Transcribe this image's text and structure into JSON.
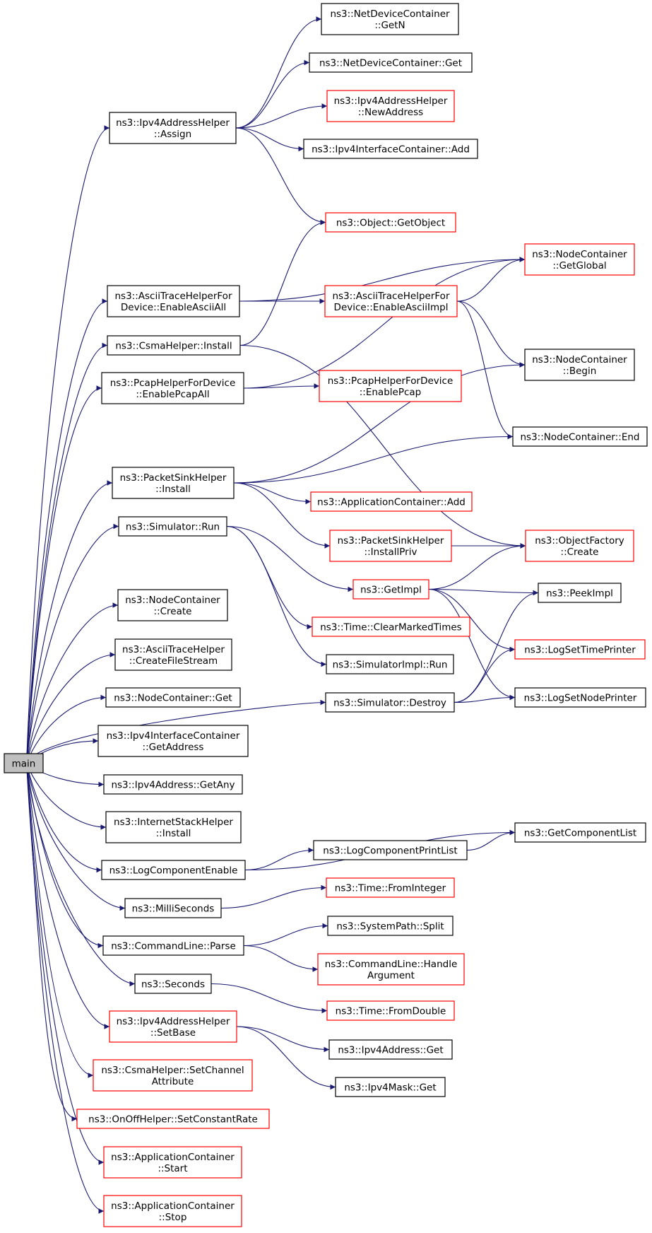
{
  "graph": {
    "colors": {
      "edge": "#191970",
      "border_normal": "#000000",
      "border_truncated": "#ff0000",
      "root_fill": "#bfbfbf",
      "node_fill": "#ffffff"
    },
    "nodes": [
      {
        "id": "main",
        "lines": [
          "main"
        ],
        "style": "root"
      },
      {
        "id": "ipv4addr_assign",
        "lines": [
          "ns3::Ipv4AddressHelper",
          "::Assign"
        ],
        "style": "normal"
      },
      {
        "id": "ascii_enable_all",
        "lines": [
          "ns3::AsciiTraceHelperFor",
          "Device::EnableAsciiAll"
        ],
        "style": "normal"
      },
      {
        "id": "csma_install",
        "lines": [
          "ns3::CsmaHelper::Install"
        ],
        "style": "normal"
      },
      {
        "id": "pcap_enable_all",
        "lines": [
          "ns3::PcapHelperForDevice",
          "::EnablePcapAll"
        ],
        "style": "normal"
      },
      {
        "id": "packetsink_install",
        "lines": [
          "ns3::PacketSinkHelper",
          "::Install"
        ],
        "style": "normal"
      },
      {
        "id": "sim_run",
        "lines": [
          "ns3::Simulator::Run"
        ],
        "style": "normal"
      },
      {
        "id": "nc_create",
        "lines": [
          "ns3::NodeContainer",
          "::Create"
        ],
        "style": "normal"
      },
      {
        "id": "ascii_create_fs",
        "lines": [
          "ns3::AsciiTraceHelper",
          "::CreateFileStream"
        ],
        "style": "normal"
      },
      {
        "id": "nc_get",
        "lines": [
          "ns3::NodeContainer::Get"
        ],
        "style": "normal"
      },
      {
        "id": "ipv4ic_getaddr",
        "lines": [
          "ns3::Ipv4InterfaceContainer",
          "::GetAddress"
        ],
        "style": "normal"
      },
      {
        "id": "ipv4addr_getany",
        "lines": [
          "ns3::Ipv4Address::GetAny"
        ],
        "style": "normal"
      },
      {
        "id": "inet_install",
        "lines": [
          "ns3::InternetStackHelper",
          "::Install"
        ],
        "style": "normal"
      },
      {
        "id": "log_comp_enable",
        "lines": [
          "ns3::LogComponentEnable"
        ],
        "style": "normal"
      },
      {
        "id": "milliseconds",
        "lines": [
          "ns3::MilliSeconds"
        ],
        "style": "normal"
      },
      {
        "id": "cmd_parse",
        "lines": [
          "ns3::CommandLine::Parse"
        ],
        "style": "normal"
      },
      {
        "id": "seconds",
        "lines": [
          "ns3::Seconds"
        ],
        "style": "normal"
      },
      {
        "id": "ipv4addr_setbase",
        "lines": [
          "ns3::Ipv4AddressHelper",
          "::SetBase"
        ],
        "style": "truncated"
      },
      {
        "id": "csma_setchan",
        "lines": [
          "ns3::CsmaHelper::SetChannel",
          "Attribute"
        ],
        "style": "truncated"
      },
      {
        "id": "onoff_setrate",
        "lines": [
          "ns3::OnOffHelper::SetConstantRate"
        ],
        "style": "truncated"
      },
      {
        "id": "appc_start",
        "lines": [
          "ns3::ApplicationContainer",
          "::Start"
        ],
        "style": "truncated"
      },
      {
        "id": "appc_stop",
        "lines": [
          "ns3::ApplicationContainer",
          "::Stop"
        ],
        "style": "truncated"
      },
      {
        "id": "ndc_getn",
        "lines": [
          "ns3::NetDeviceContainer",
          "::GetN"
        ],
        "style": "normal"
      },
      {
        "id": "ndc_get",
        "lines": [
          "ns3::NetDeviceContainer::Get"
        ],
        "style": "normal"
      },
      {
        "id": "ipv4addr_newaddr",
        "lines": [
          "ns3::Ipv4AddressHelper",
          "::NewAddress"
        ],
        "style": "truncated"
      },
      {
        "id": "ipv4ic_add",
        "lines": [
          "ns3::Ipv4InterfaceContainer::Add"
        ],
        "style": "normal"
      },
      {
        "id": "obj_getobject",
        "lines": [
          "ns3::Object::GetObject"
        ],
        "style": "truncated"
      },
      {
        "id": "nc_getglobal",
        "lines": [
          "ns3::NodeContainer",
          "::GetGlobal"
        ],
        "style": "truncated"
      },
      {
        "id": "ascii_enable_impl",
        "lines": [
          "ns3::AsciiTraceHelperFor",
          "Device::EnableAsciiImpl"
        ],
        "style": "truncated"
      },
      {
        "id": "nc_begin",
        "lines": [
          "ns3::NodeContainer",
          "::Begin"
        ],
        "style": "normal"
      },
      {
        "id": "pcap_enable",
        "lines": [
          "ns3::PcapHelperForDevice",
          "::EnablePcap"
        ],
        "style": "truncated"
      },
      {
        "id": "nc_end",
        "lines": [
          "ns3::NodeContainer::End"
        ],
        "style": "normal"
      },
      {
        "id": "appc_add",
        "lines": [
          "ns3::ApplicationContainer::Add"
        ],
        "style": "truncated"
      },
      {
        "id": "psh_installpriv",
        "lines": [
          "ns3::PacketSinkHelper",
          "::InstallPriv"
        ],
        "style": "truncated"
      },
      {
        "id": "objfactory_create",
        "lines": [
          "ns3::ObjectFactory",
          "::Create"
        ],
        "style": "truncated"
      },
      {
        "id": "getimpl",
        "lines": [
          "ns3::GetImpl"
        ],
        "style": "truncated"
      },
      {
        "id": "peekimpl",
        "lines": [
          "ns3::PeekImpl"
        ],
        "style": "normal"
      },
      {
        "id": "time_clearmarked",
        "lines": [
          "ns3::Time::ClearMarkedTimes"
        ],
        "style": "truncated"
      },
      {
        "id": "log_settimeprinter",
        "lines": [
          "ns3::LogSetTimePrinter"
        ],
        "style": "truncated"
      },
      {
        "id": "simimpl_run",
        "lines": [
          "ns3::SimulatorImpl::Run"
        ],
        "style": "normal"
      },
      {
        "id": "sim_destroy",
        "lines": [
          "ns3::Simulator::Destroy"
        ],
        "style": "normal"
      },
      {
        "id": "log_setnodeprinter",
        "lines": [
          "ns3::LogSetNodePrinter"
        ],
        "style": "normal"
      },
      {
        "id": "get_component_list",
        "lines": [
          "ns3::GetComponentList"
        ],
        "style": "normal"
      },
      {
        "id": "log_comp_printlist",
        "lines": [
          "ns3::LogComponentPrintList"
        ],
        "style": "normal"
      },
      {
        "id": "time_frominteger",
        "lines": [
          "ns3::Time::FromInteger"
        ],
        "style": "truncated"
      },
      {
        "id": "syspath_split",
        "lines": [
          "ns3::SystemPath::Split"
        ],
        "style": "normal"
      },
      {
        "id": "cmd_handlearg",
        "lines": [
          "ns3::CommandLine::Handle",
          "Argument"
        ],
        "style": "truncated"
      },
      {
        "id": "time_fromdouble",
        "lines": [
          "ns3::Time::FromDouble"
        ],
        "style": "truncated"
      },
      {
        "id": "ipv4address_get",
        "lines": [
          "ns3::Ipv4Address::Get"
        ],
        "style": "normal"
      },
      {
        "id": "ipv4mask_get",
        "lines": [
          "ns3::Ipv4Mask::Get"
        ],
        "style": "normal"
      }
    ],
    "edges": [
      [
        "main",
        "ipv4addr_assign"
      ],
      [
        "main",
        "ascii_enable_all"
      ],
      [
        "main",
        "csma_install"
      ],
      [
        "main",
        "pcap_enable_all"
      ],
      [
        "main",
        "packetsink_install"
      ],
      [
        "main",
        "sim_run"
      ],
      [
        "main",
        "sim_destroy"
      ],
      [
        "main",
        "nc_create"
      ],
      [
        "main",
        "ascii_create_fs"
      ],
      [
        "main",
        "nc_get"
      ],
      [
        "main",
        "ipv4ic_getaddr"
      ],
      [
        "main",
        "ipv4addr_getany"
      ],
      [
        "main",
        "inet_install"
      ],
      [
        "main",
        "log_comp_enable"
      ],
      [
        "main",
        "milliseconds"
      ],
      [
        "main",
        "cmd_parse"
      ],
      [
        "main",
        "seconds"
      ],
      [
        "main",
        "ipv4addr_setbase"
      ],
      [
        "main",
        "csma_setchan"
      ],
      [
        "main",
        "onoff_setrate"
      ],
      [
        "main",
        "appc_start"
      ],
      [
        "main",
        "appc_stop"
      ],
      [
        "ipv4addr_assign",
        "ndc_getn"
      ],
      [
        "ipv4addr_assign",
        "ndc_get"
      ],
      [
        "ipv4addr_assign",
        "ipv4addr_newaddr"
      ],
      [
        "ipv4addr_assign",
        "ipv4ic_add"
      ],
      [
        "ipv4addr_assign",
        "obj_getobject"
      ],
      [
        "ascii_enable_all",
        "nc_getglobal"
      ],
      [
        "ascii_enable_all",
        "ascii_enable_impl"
      ],
      [
        "ascii_enable_impl",
        "nc_getglobal"
      ],
      [
        "ascii_enable_impl",
        "nc_begin"
      ],
      [
        "ascii_enable_impl",
        "nc_end"
      ],
      [
        "csma_install",
        "obj_getobject"
      ],
      [
        "csma_install",
        "objfactory_create"
      ],
      [
        "pcap_enable_all",
        "nc_getglobal"
      ],
      [
        "pcap_enable_all",
        "pcap_enable"
      ],
      [
        "packetsink_install",
        "nc_begin"
      ],
      [
        "packetsink_install",
        "nc_end"
      ],
      [
        "packetsink_install",
        "appc_add"
      ],
      [
        "packetsink_install",
        "psh_installpriv"
      ],
      [
        "psh_installpriv",
        "objfactory_create"
      ],
      [
        "sim_run",
        "getimpl"
      ],
      [
        "sim_run",
        "time_clearmarked"
      ],
      [
        "sim_run",
        "simimpl_run"
      ],
      [
        "getimpl",
        "objfactory_create"
      ],
      [
        "getimpl",
        "peekimpl"
      ],
      [
        "getimpl",
        "log_settimeprinter"
      ],
      [
        "getimpl",
        "log_setnodeprinter"
      ],
      [
        "sim_destroy",
        "peekimpl"
      ],
      [
        "sim_destroy",
        "log_settimeprinter"
      ],
      [
        "sim_destroy",
        "log_setnodeprinter"
      ],
      [
        "log_comp_enable",
        "get_component_list"
      ],
      [
        "log_comp_enable",
        "log_comp_printlist"
      ],
      [
        "log_comp_printlist",
        "get_component_list"
      ],
      [
        "milliseconds",
        "time_frominteger"
      ],
      [
        "cmd_parse",
        "syspath_split"
      ],
      [
        "cmd_parse",
        "cmd_handlearg"
      ],
      [
        "seconds",
        "time_fromdouble"
      ],
      [
        "ipv4addr_setbase",
        "ipv4address_get"
      ],
      [
        "ipv4addr_setbase",
        "ipv4mask_get"
      ]
    ]
  }
}
